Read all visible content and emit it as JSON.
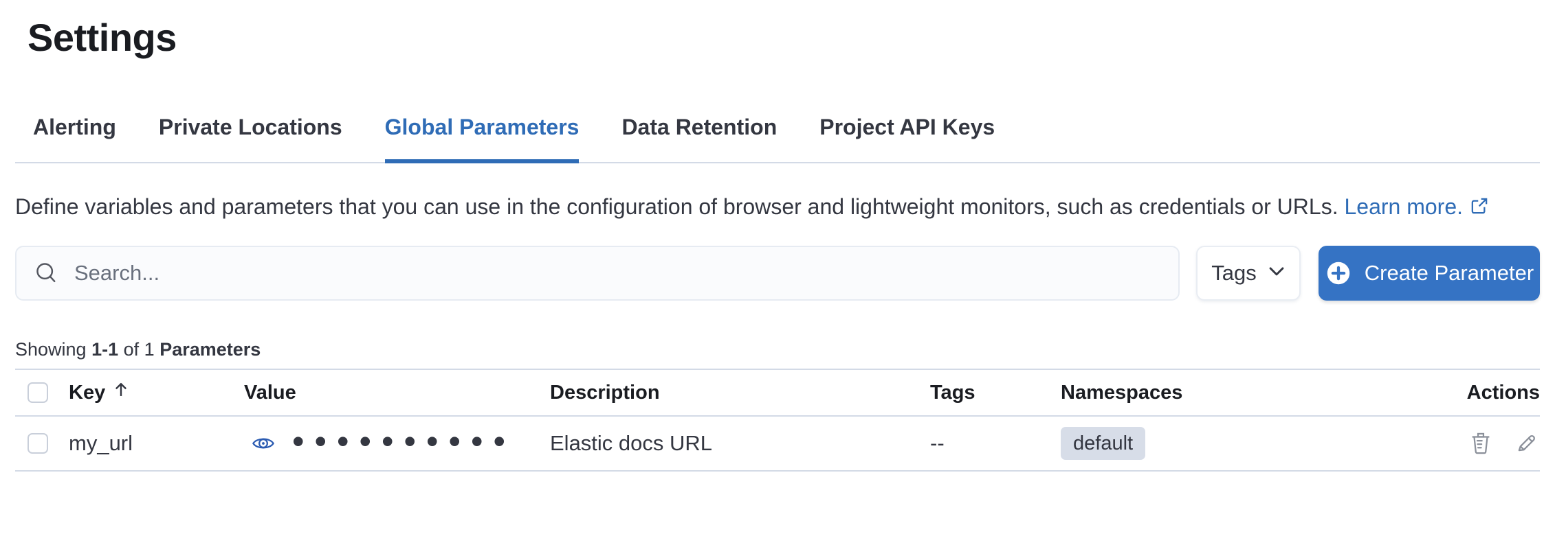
{
  "page": {
    "title": "Settings"
  },
  "tabs": [
    {
      "label": "Alerting",
      "active": false
    },
    {
      "label": "Private Locations",
      "active": false
    },
    {
      "label": "Global Parameters",
      "active": true
    },
    {
      "label": "Data Retention",
      "active": false
    },
    {
      "label": "Project API Keys",
      "active": false
    }
  ],
  "description": {
    "text": "Define variables and parameters that you can use in the configuration of browser and lightweight monitors, such as credentials or URLs.",
    "link_label": "Learn more."
  },
  "toolbar": {
    "search_placeholder": "Search...",
    "tags_filter_label": "Tags",
    "create_button_label": "Create Parameter"
  },
  "summary": {
    "showing": "Showing",
    "range": "1-1",
    "of": "of 1",
    "entity": "Parameters"
  },
  "table": {
    "columns": [
      "Key",
      "Value",
      "Description",
      "Tags",
      "Namespaces",
      "Actions"
    ],
    "sorted_column": "Key",
    "sort_direction": "ascending",
    "rows": [
      {
        "key": "my_url",
        "value_masked": "••••••••••",
        "description": "Elastic docs URL",
        "tags": "--",
        "namespaces": [
          "default"
        ]
      }
    ]
  },
  "icons": {
    "search": "magnifier",
    "tags_dropdown": "chevron-down",
    "create": "plus-in-circle",
    "learn_more": "external-link",
    "value_toggle": "eye",
    "sort": "arrow-up",
    "delete": "trash",
    "edit": "pencil"
  },
  "colors": {
    "primary_blue": "#2f6cb6",
    "button_blue": "#3573c4",
    "text": "#343741",
    "title_text": "#1a1c21",
    "border": "#d3dae6",
    "badge_bg": "#d7dde8",
    "icon_gray": "#8b909a"
  }
}
